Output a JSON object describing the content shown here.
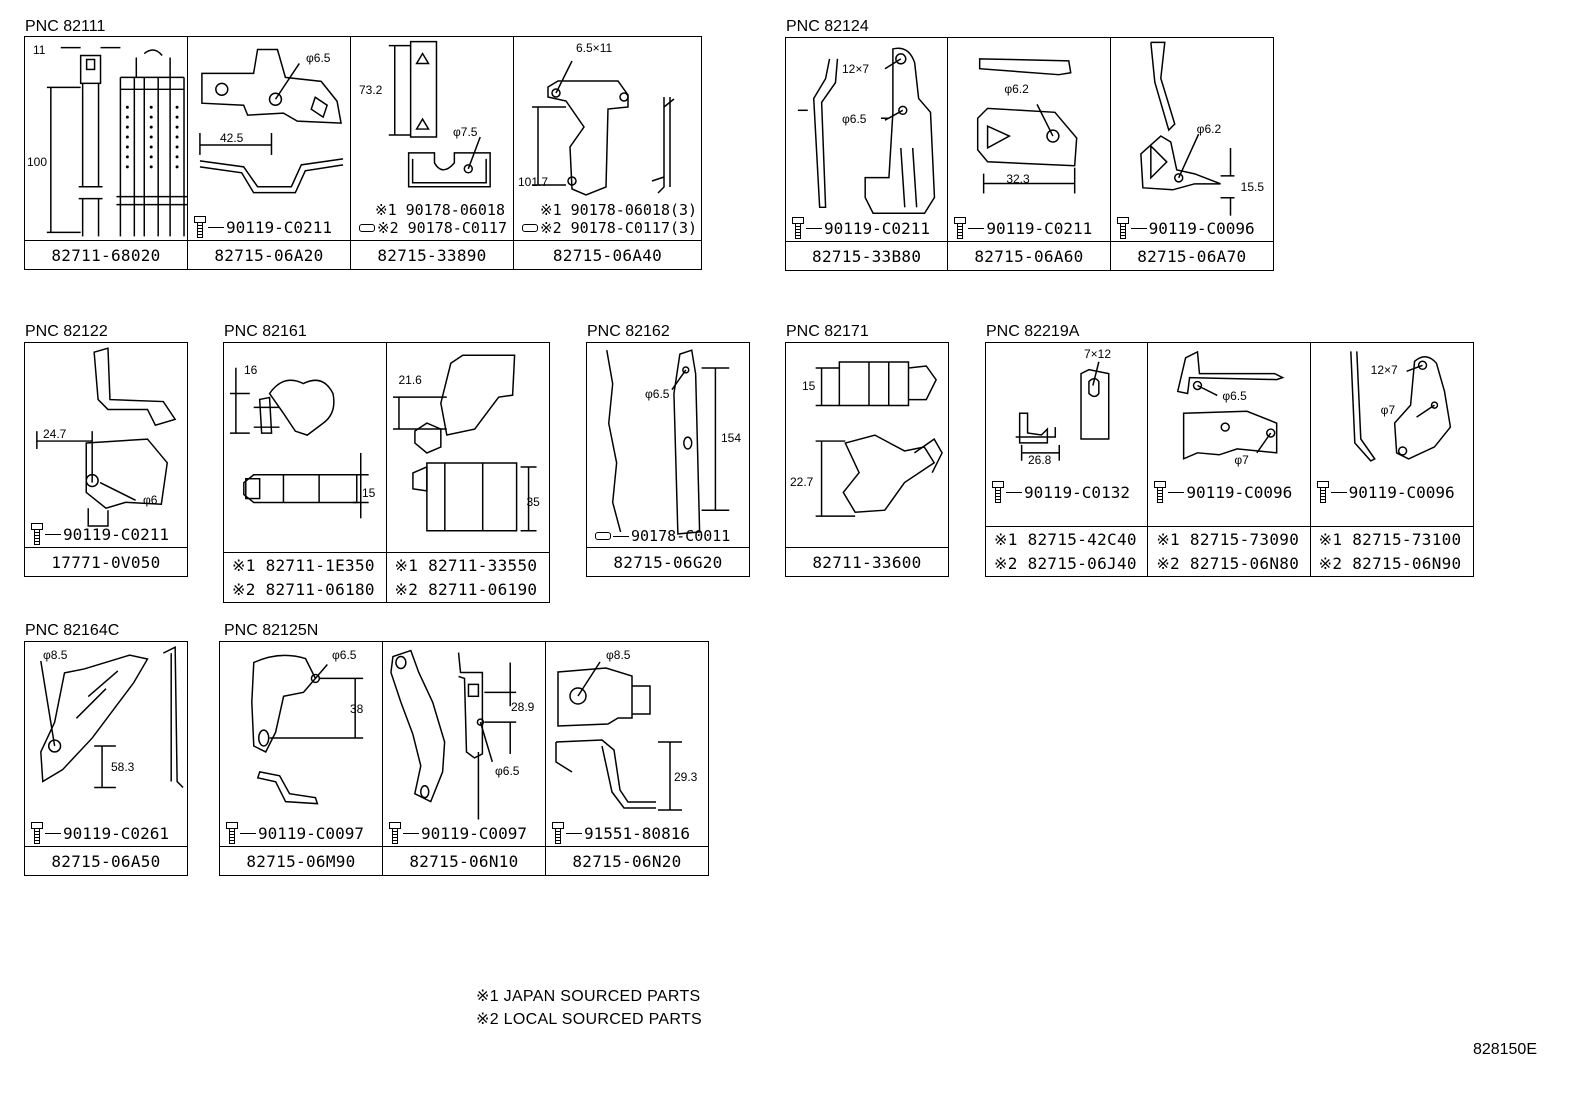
{
  "groups": {
    "pnc82111": {
      "label": "PNC 82111",
      "cells": [
        {
          "part": "82711-68020",
          "dims": [
            "11",
            "100"
          ]
        },
        {
          "part": "82715-06A20",
          "fastener": "90119-C0211",
          "dims": [
            "φ6.5",
            "42.5"
          ]
        },
        {
          "part": "82715-33890",
          "note1": "※1 90178-06018",
          "note2": "※2 90178-C0117",
          "dims": [
            "73.2",
            "φ7.5"
          ]
        },
        {
          "part": "82715-06A40",
          "note1": "※1 90178-06018(3)",
          "note2": "※2 90178-C0117(3)",
          "dims": [
            "6.5×11",
            "101.7"
          ]
        }
      ]
    },
    "pnc82124": {
      "label": "PNC 82124",
      "cells": [
        {
          "part": "82715-33B80",
          "fastener": "90119-C0211",
          "dims": [
            "12×7",
            "φ6.5"
          ]
        },
        {
          "part": "82715-06A60",
          "fastener": "90119-C0211",
          "dims": [
            "φ6.2",
            "32.3"
          ]
        },
        {
          "part": "82715-06A70",
          "fastener": "90119-C0096",
          "dims": [
            "φ6.2",
            "15.5"
          ]
        }
      ]
    },
    "pnc82122": {
      "label": "PNC 82122",
      "cells": [
        {
          "part": "17771-0V050",
          "fastener": "90119-C0211",
          "dims": [
            "24.7",
            "φ6"
          ]
        }
      ]
    },
    "pnc82161": {
      "label": "PNC 82161",
      "cells": [
        {
          "part1": "※1 82711-1E350",
          "part2": "※2 82711-06180",
          "dims": [
            "16",
            "15"
          ]
        },
        {
          "part1": "※1 82711-33550",
          "part2": "※2 82711-06190",
          "dims": [
            "21.6",
            "35"
          ]
        }
      ]
    },
    "pnc82162": {
      "label": "PNC 82162",
      "cells": [
        {
          "part": "82715-06G20",
          "fastener": "90178-C0011",
          "dims": [
            "φ6.5",
            "154"
          ]
        }
      ]
    },
    "pnc82171": {
      "label": "PNC 82171",
      "cells": [
        {
          "part": "82711-33600",
          "dims": [
            "15",
            "22.7"
          ]
        }
      ]
    },
    "pnc82219a": {
      "label": "PNC 82219A",
      "cells": [
        {
          "part1": "※1 82715-42C40",
          "part2": "※2 82715-06J40",
          "fastener": "90119-C0132",
          "dims": [
            "7×12",
            "26.8"
          ]
        },
        {
          "part1": "※1 82715-73090",
          "part2": "※2 82715-06N80",
          "fastener": "90119-C0096",
          "dims": [
            "φ6.5",
            "φ7"
          ]
        },
        {
          "part1": "※1 82715-73100",
          "part2": "※2 82715-06N90",
          "fastener": "90119-C0096",
          "dims": [
            "12×7",
            "φ7"
          ]
        }
      ]
    },
    "pnc82164c": {
      "label": "PNC 82164C",
      "cells": [
        {
          "part": "82715-06A50",
          "fastener": "90119-C0261",
          "dims": [
            "φ8.5",
            "58.3"
          ]
        }
      ]
    },
    "pnc82125n": {
      "label": "PNC 82125N",
      "cells": [
        {
          "part": "82715-06M90",
          "fastener": "90119-C0097",
          "dims": [
            "φ6.5",
            "38"
          ]
        },
        {
          "part": "82715-06N10",
          "fastener": "90119-C0097",
          "dims": [
            "28.9",
            "φ6.5"
          ]
        },
        {
          "part": "82715-06N20",
          "fastener": "91551-80816",
          "dims": [
            "φ8.5",
            "29.3"
          ]
        }
      ]
    }
  },
  "legend": {
    "line1": "※1 JAPAN SOURCED PARTS",
    "line2": "※2 LOCAL SOURCED PARTS"
  },
  "diagram_code": "828150E"
}
